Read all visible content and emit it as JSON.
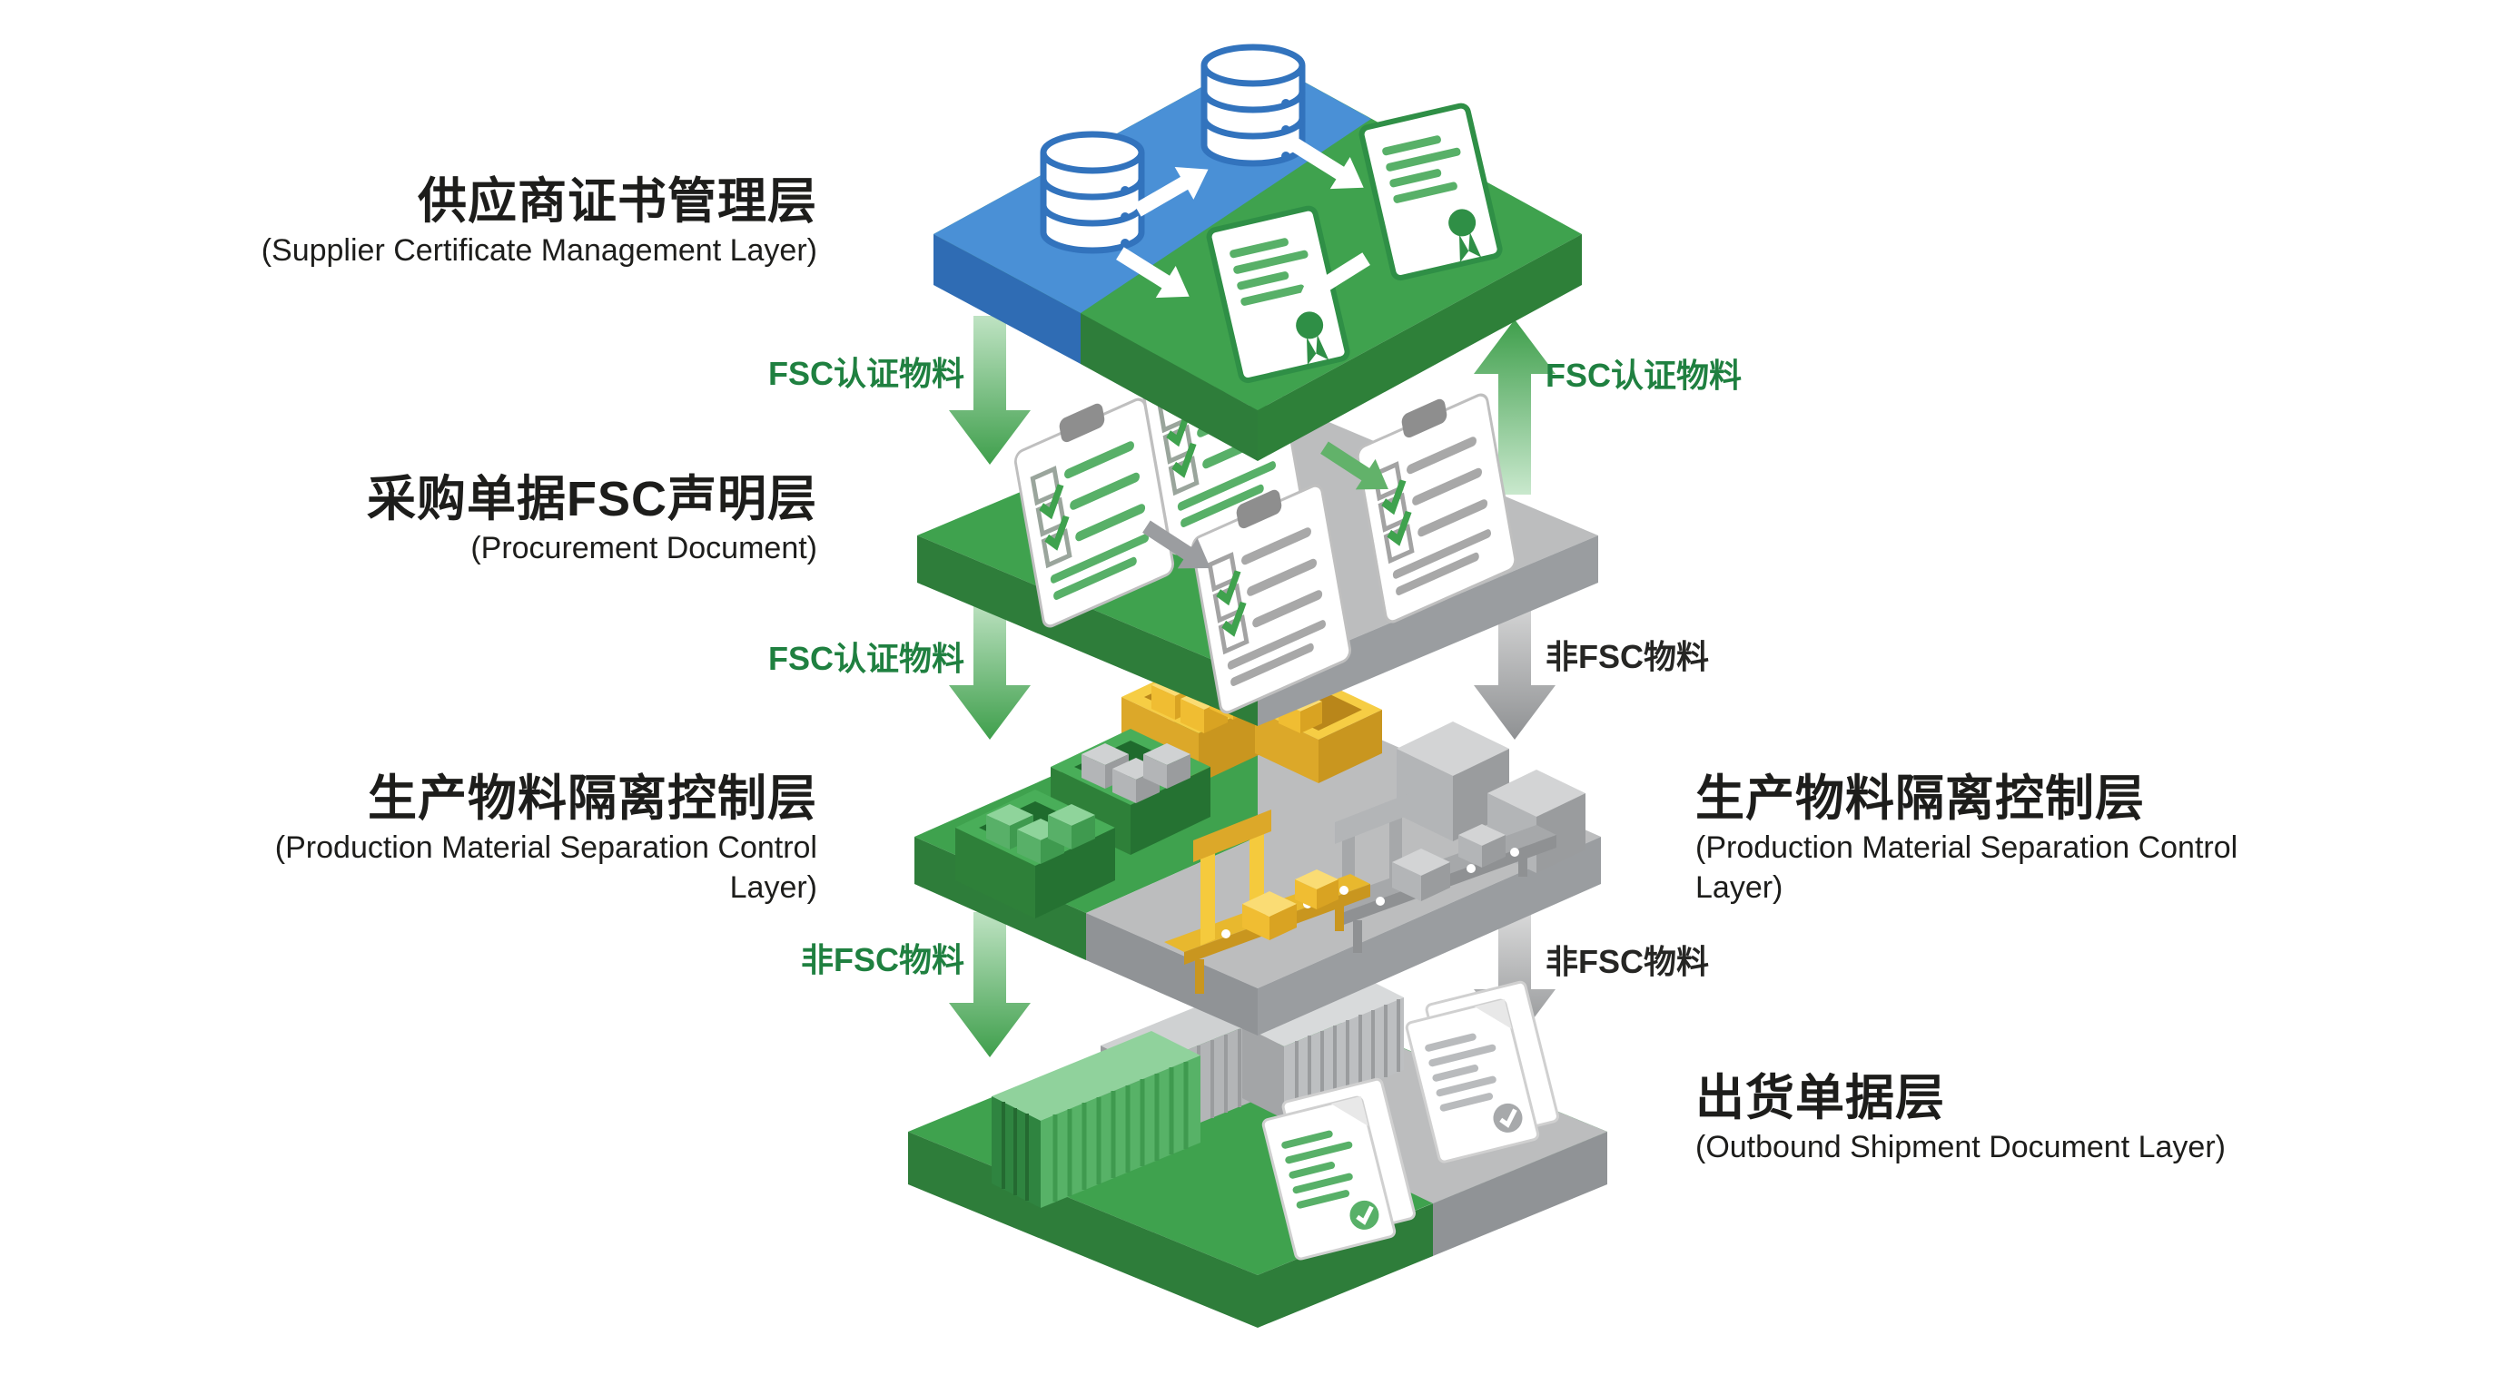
{
  "colors": {
    "supplier_blue": "#4a90d6",
    "supplier_blue_side": "#2f6cb4",
    "fsc_green": "#3fa24e",
    "fsc_green_side": "#2e7d3a",
    "non_fsc_gray": "#bcbdbe",
    "non_fsc_gray_side": "#9a9da0",
    "highlight_yellow": "#f5ca3d",
    "flow_label_green": "#1f8040",
    "flow_label_dark": "#262624",
    "label_text": "#1d1d1b"
  },
  "layers": [
    {
      "title": "供应商证书管理层",
      "subtitle": "(Supplier Certificate Management Layer)"
    },
    {
      "title": "采购单据FSC声明层",
      "subtitle": "(Procurement Document)"
    },
    {
      "title": "生产物料隔离控制层",
      "subtitle": "(Production Material Separation Control Layer)"
    },
    {
      "title": "出货单据层",
      "subtitle": "(Outbound Shipment Document Layer)"
    }
  ],
  "flows": [
    {
      "label": "FSC认证物料",
      "direction": "down",
      "position": "left",
      "color": "green"
    },
    {
      "label": "FSC认证物料",
      "direction": "up",
      "position": "right",
      "color": "green"
    },
    {
      "label": "FSC认证物料",
      "direction": "down",
      "position": "left",
      "color": "green"
    },
    {
      "label": "非FSC物料",
      "direction": "down",
      "position": "right",
      "color": "gray"
    },
    {
      "label": "非FSC物料",
      "direction": "down",
      "position": "left",
      "color": "green"
    },
    {
      "label": "非FSC物料",
      "direction": "down",
      "position": "right",
      "color": "gray"
    }
  ],
  "icons": {
    "layer1": [
      "database-icon",
      "certificate-icon",
      "transfer-arrow-icon"
    ],
    "layer2": [
      "clipboard-checklist-icon",
      "transfer-arrow-icon"
    ],
    "layer3": [
      "crate-icon",
      "cube-icon",
      "conveyor-icon",
      "gantry-icon"
    ],
    "layer4": [
      "shipping-container-icon",
      "document-check-icon"
    ]
  }
}
